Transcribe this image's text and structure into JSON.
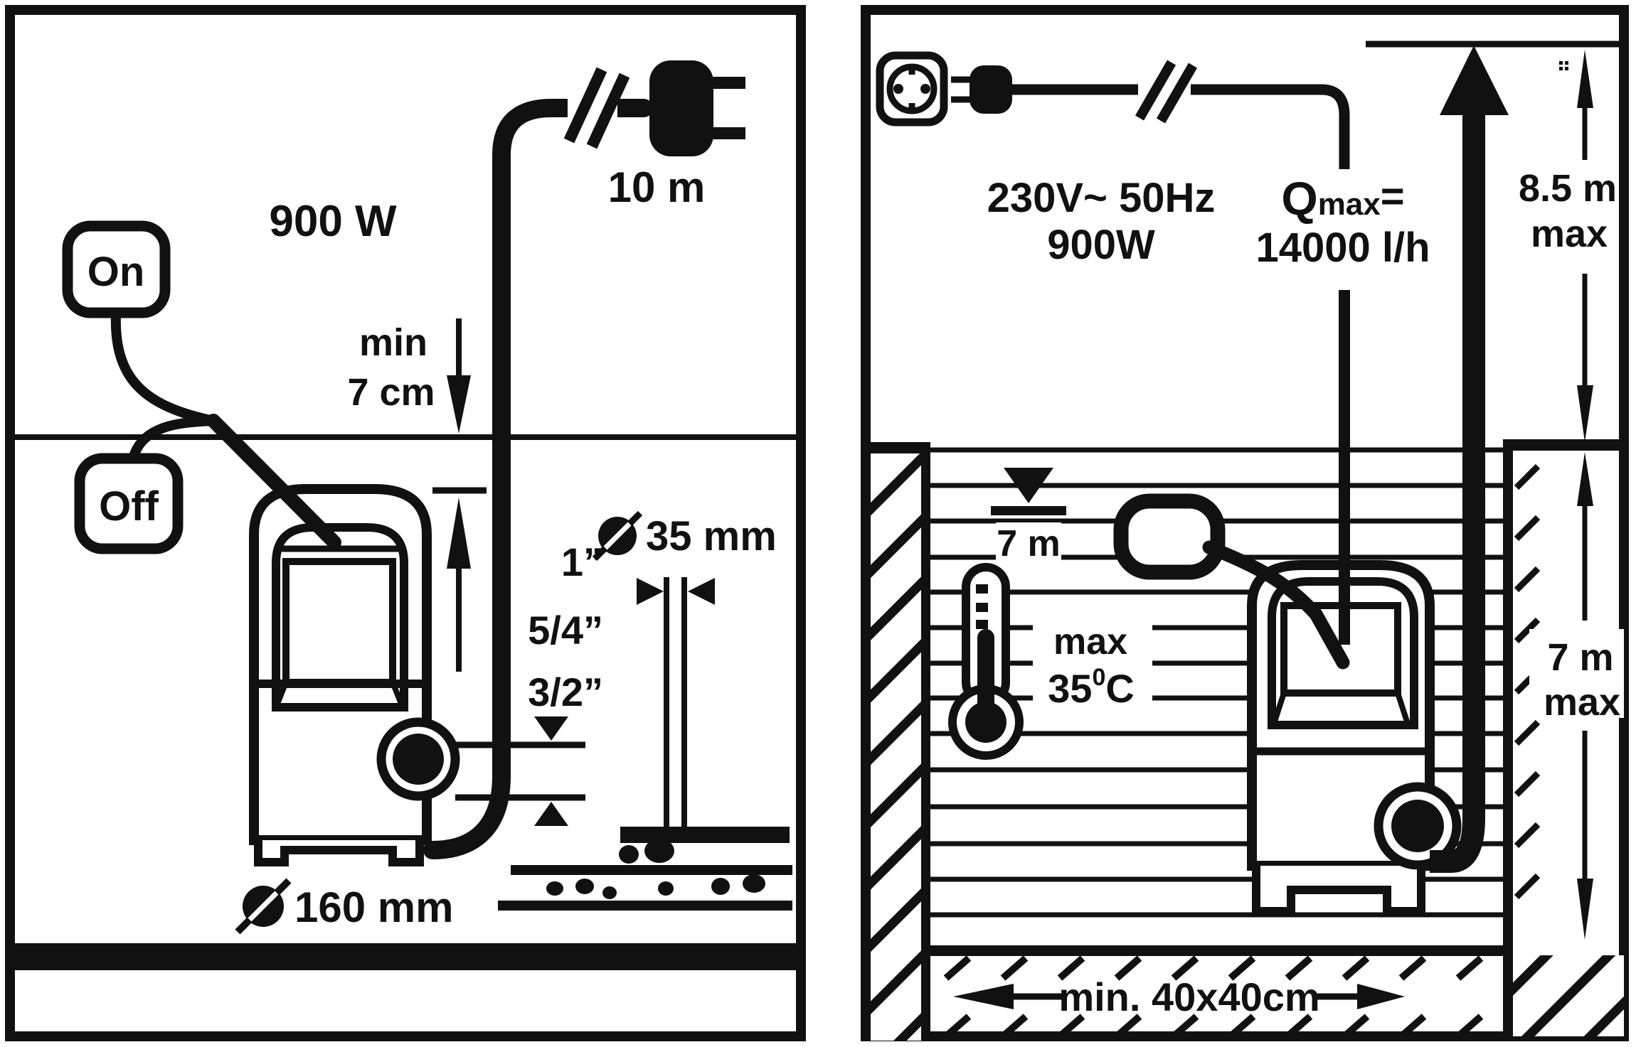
{
  "colors": {
    "ink": "#111111",
    "paper": "#ffffff"
  },
  "left_panel": {
    "power_rating": "900 W",
    "switch": {
      "on": "On",
      "off": "Off"
    },
    "cable_length": "10 m",
    "min_water_depth": {
      "line1": "min",
      "line2": "7 cm"
    },
    "outlet_fittings": [
      "1”",
      "5/4”",
      "3/2”"
    ],
    "hose_inner_diameter": "35 mm",
    "pump_base_diameter": "160 mm"
  },
  "right_panel": {
    "supply": {
      "line1": "230V~ 50Hz",
      "line2": "900W"
    },
    "flow_rate": {
      "q": "Q",
      "sub": "max",
      "eq": "=",
      "value": "14000 l/h"
    },
    "max_head": {
      "value": "8.5 m",
      "qualifier": "max"
    },
    "water_level_marker": "7 m",
    "max_temperature": {
      "line1": "max",
      "value": "35",
      "sup": "0",
      "unit": "C"
    },
    "max_depth": {
      "value": "7 m",
      "qualifier": "max"
    },
    "pit_min_size": "min. 40x40cm"
  },
  "icons": {
    "wall-socket": "rounded square with schuko outlet",
    "power-plug": "black plug with two prongs",
    "cable-break": "double slash interruption marks",
    "diameter-symbol": "slashed black disc",
    "water-level-marker": "filled down triangle over bar",
    "float-switch": "rounded float on cable",
    "thermometer": "bulb thermometer",
    "submersible-pump": "pump body with handle and outlet",
    "flow-arrow": "thick upward arrow"
  }
}
